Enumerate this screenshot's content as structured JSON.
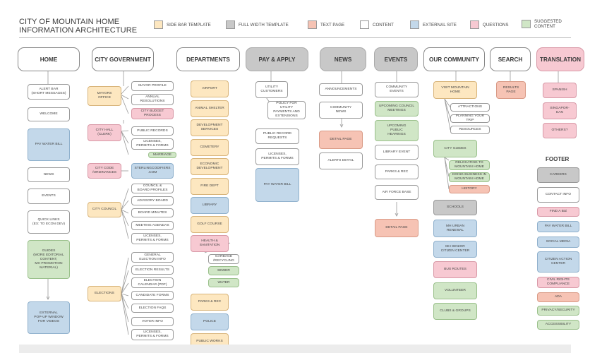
{
  "title_line1": "CITY OF MOUNTAIN HOME",
  "title_line2": "INFORMATION ARCHITECTURE",
  "legend": [
    {
      "label": "SIDE BAR TEMPLATE",
      "color": "#fde7c0"
    },
    {
      "label": "FULL WIDTH TEMPLATE",
      "color": "#c8c8c8"
    },
    {
      "label": "TEXT PAGE",
      "color": "#f6c3b4"
    },
    {
      "label": "CONTENT",
      "color": "#ffffff"
    },
    {
      "label": "EXTERNAL SITE",
      "color": "#c3d8ea"
    },
    {
      "label": "QUESTIONS",
      "color": "#f7c9d2"
    },
    {
      "label": "SUGGESTED CONTENT",
      "color": "#d0e6c6"
    }
  ],
  "headers": {
    "home": "HOME",
    "city_government": "CITY GOVERNMENT",
    "departments": "DEPARTMENTS",
    "pay_apply": "PAY & APPLY",
    "news": "NEWS",
    "events": "EVENTS",
    "our_community": "OUR COMMUNITY",
    "search": "SEARCH",
    "translation": "TRANSLATION"
  },
  "home": [
    "ALERT BAR\n(SHORT MESSAGES)",
    "WELCOME",
    "PAY WATER BILL",
    "NEWS",
    "EVENTS",
    "QUICK LINKS\n(EX: TO ECON DEV)",
    "GUIDES\n(MORE EDITORIAL\nCONTENT,\nMH PROMOTION\nMATERIAL)",
    "EXTERNAL\nPOP-UP WINDOW\nFOR VIDEOS"
  ],
  "gov_main": [
    "MAYORS\nOFFICE",
    "CITY HALL\n(CLERK)",
    "CITY CODE\n/ORDINANCES",
    "CITY COUNCIL",
    "ELECTIONS"
  ],
  "gov_sub": [
    "MAYOR PROFILE",
    "ANNUAL\nRESOLUTIONS",
    "CITY BUDGET\nPROCESS",
    "PUBLIC RECORDS",
    "LICENSES,\nPERMITS & FORMS",
    "MARRIAGE",
    "STERLINGCODIFIERS\n.COM",
    "COUNCIL &\nBOARD PROFILES",
    "ADVISORY BOARD",
    "BOARD MINUTES",
    "MEETING AGENDAS",
    "LICENSES,\nPERMITS & FORMS",
    "GENERAL\nELECTION INFO",
    "ELECTION RESULTS",
    "ELECTION\nCALENDAR (PDF)",
    "CANDIDATE FORMS",
    "ELECTION FAQS",
    "VOTER INFO",
    "LICENSES,\nPERMITS & FORMS"
  ],
  "departments": [
    "AIRPORT",
    "ANIMAL SHELTER",
    "DEVELOPMENT\nSERVICES",
    "CEMETERY",
    "ECONOMIC\nDEVELOPMENT",
    "FIRE DEPT",
    "LIBRARY",
    "GOLF COURSE",
    "HEALTH &\nSANITATION",
    "GARBAGE\n/RECYCLING",
    "SEWER",
    "WATER",
    "PARKS & REC",
    "POLICE",
    "PUBLIC WORKS"
  ],
  "pay_apply": [
    "UTILITY\nCUSTOMERS",
    "POLICY FOR UTILITY\nPAYMENTS AND\nEXTENSIONS",
    "PUBLIC RECORD\nREQUESTS",
    "LICENSES,\nPERMITS & FORMS",
    "PAY WATER BILL"
  ],
  "news": [
    "ANNOUNCEMENTS",
    "COMMUNITY\nNEWS",
    "DETAIL PAGE",
    "ALERTS DETAIL"
  ],
  "events": [
    "COMMUNITY\nEVENTS",
    "UPCOMING COUNCIL\nMEETINGS",
    "UPCOMING\nPUBLIC\nHEARINGS",
    "LIBRARY EVENT",
    "PARKS & REC",
    "AIR FORCE BASE",
    "DETAIL PAGE"
  ],
  "community": [
    "VISIT MOUNTAIN\nHOME",
    "ATTRACTIONS",
    "PLANNING YOUR TRIP",
    "RESOURCES",
    "CITY GUIDES",
    "RELOCATING TO\nMOUNTAIN HOME",
    "DOING BUSINESS IN\nMOUNTAIN HOME",
    "HISTORY",
    "SCHOOLS",
    "MH URBAN\nRENEWAL",
    "MH SENIOR\nCITIZEN CENTER",
    "BUS ROUTES",
    "VOLUNTEER",
    "CLUBS & GROUPS"
  ],
  "search": [
    "RESULTS\nPAGE"
  ],
  "translation": [
    "SPANISH",
    "SINGAPOR-\nEAN",
    "OTHERS?"
  ],
  "footer_title": "FOOTER",
  "footer": [
    "CAREERS",
    "CONTACT INFO",
    "FIND A BIZ",
    "PAY WATER BILL",
    "SOCIAL MEDIA",
    "CITIZEN ACTION\nCENTER",
    "CIVIL RIGHTS\nCOMPLIANCE",
    "ADA",
    "PRIVACY/SECURITY",
    "ACCESSIBILITY"
  ]
}
